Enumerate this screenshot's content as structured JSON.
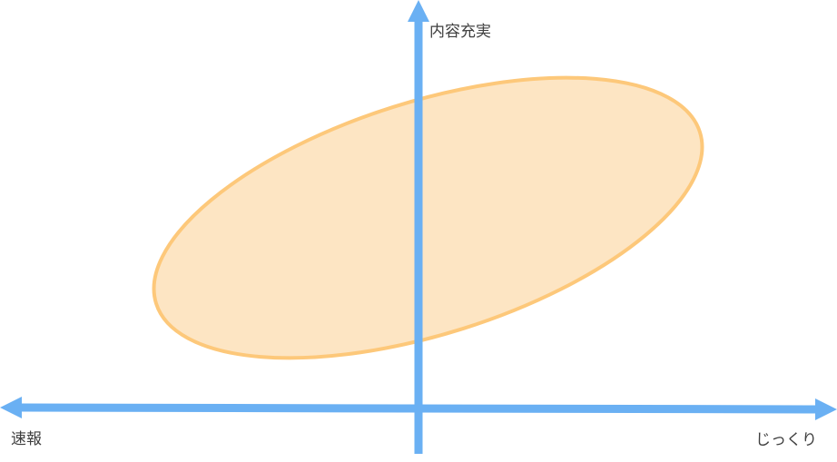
{
  "axes": {
    "vertical_top_label": "内容充実",
    "horizontal_left_label": "速報",
    "horizontal_right_label": "じっくり"
  },
  "colors": {
    "axis": "#6ab0f3",
    "ellipse_fill": "#fde5c3",
    "ellipse_stroke": "#fdc87a",
    "text": "#3f3f3f",
    "background": "#ffffff"
  }
}
